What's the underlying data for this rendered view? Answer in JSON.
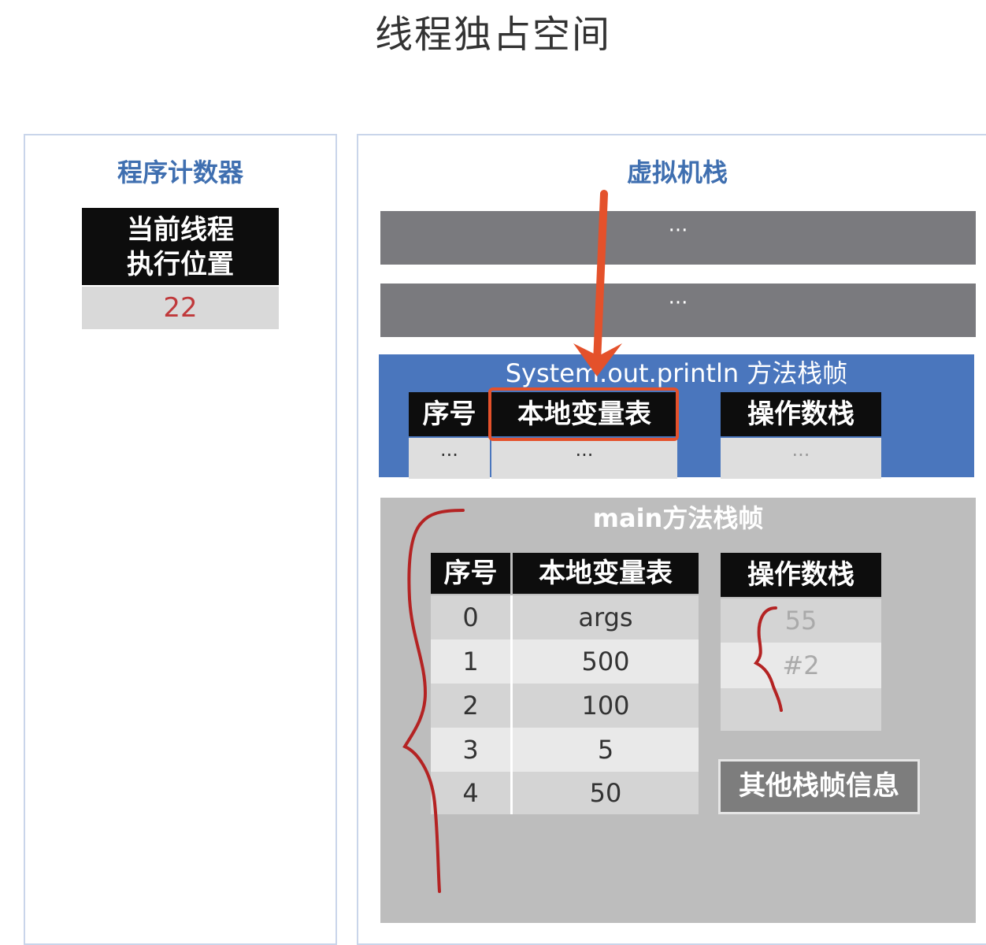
{
  "title": "线程独占空间",
  "pc": {
    "title": "程序计数器",
    "header_line1": "当前线程",
    "header_line2": "执行位置",
    "value": "22"
  },
  "vm_stack": {
    "title": "虚拟机栈",
    "frame_bars": [
      "···",
      "···"
    ],
    "println_frame": {
      "title": "System.out.println 方法栈帧",
      "col_index": "序号",
      "col_locals": "本地变量表",
      "col_operand": "操作数栈",
      "cell_index": "···",
      "cell_locals": "···",
      "cell_operand": "···"
    },
    "main_frame": {
      "title": "main方法栈帧",
      "col_index": "序号",
      "col_locals": "本地变量表",
      "rows": [
        {
          "index": "0",
          "value": "args"
        },
        {
          "index": "1",
          "value": "500"
        },
        {
          "index": "2",
          "value": "100"
        },
        {
          "index": "3",
          "value": "5"
        },
        {
          "index": "4",
          "value": "50"
        }
      ],
      "operand_title": "操作数栈",
      "operand_values": [
        "55",
        "#2",
        ""
      ],
      "other_info": "其他栈帧信息"
    }
  },
  "colors": {
    "annotation_red": "#e4512b",
    "handwriting_red": "#b42323",
    "panel_title_blue": "#3f6fb0",
    "frame_blue": "#4a76bd"
  }
}
